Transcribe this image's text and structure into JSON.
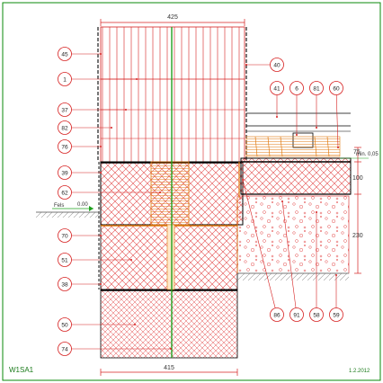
{
  "sheet": {
    "code": "W1SA1",
    "date": "1.2.2012"
  },
  "dimensions": {
    "top_width": "425",
    "bottom_width": "415",
    "layer_75": "75",
    "layer_100": "100",
    "layer_230": "230",
    "min_note": "min. 0,05",
    "ground_label": "Fels",
    "ground_level": "0.00"
  },
  "callouts_left": [
    "45",
    "1",
    "37",
    "82",
    "76",
    "39",
    "62",
    "70",
    "51",
    "38",
    "50",
    "74"
  ],
  "callouts_right": [
    "40"
  ],
  "callouts_top": [
    "41",
    "6",
    "81",
    "60"
  ],
  "callouts_bottom": [
    "86",
    "91",
    "58",
    "59"
  ],
  "colors": {
    "line_red": "#d62020",
    "structure_black": "#000000",
    "insulation_orange": "#e07a10",
    "green_axis": "#1fa01f",
    "sheet_border": "#0a8a0a",
    "sheet_text": "#1a7a1a"
  }
}
